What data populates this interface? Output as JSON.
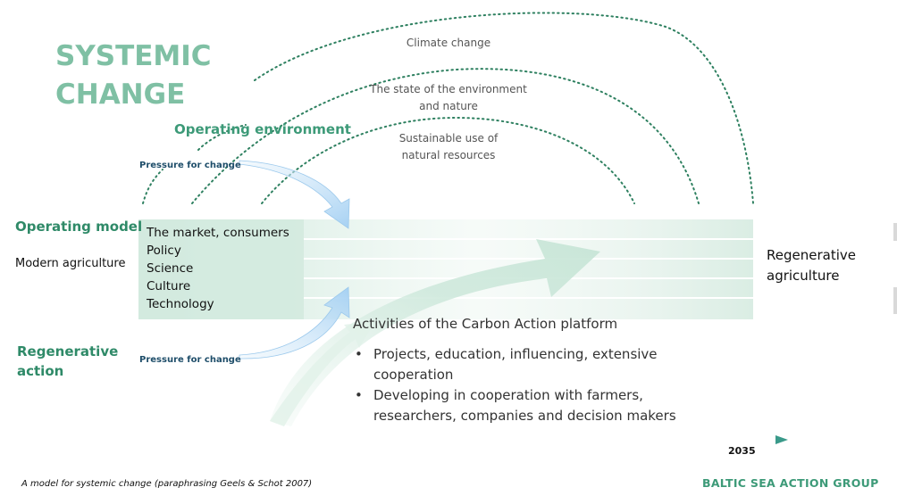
{
  "title": {
    "line1": "SYSTEMIC",
    "line2": "CHANGE"
  },
  "levels": {
    "operating_environment": "Operating environment",
    "operating_model": "Operating model",
    "regenerative_action": "Regenerative action"
  },
  "pressure_for_change": {
    "top": "Pressure for change",
    "bottom": "Pressure for change"
  },
  "arcs": [
    {
      "lines": [
        "Climate change"
      ]
    },
    {
      "lines": [
        "The state of the environment",
        "and nature"
      ]
    },
    {
      "lines": [
        "Sustainable use of",
        "natural resources"
      ]
    }
  ],
  "regime_items": [
    "The market, consumers",
    "Policy",
    "Science",
    "Culture",
    "Technology"
  ],
  "modern_agriculture": "Modern agriculture",
  "regenerative_agriculture": {
    "line1": "Regenerative",
    "line2": "agriculture"
  },
  "activities": {
    "title": "Activities of the Carbon Action platform",
    "bullets": [
      {
        "line1": "Projects, education, influencing, extensive",
        "line2": "cooperation"
      },
      {
        "line1": "Developing in cooperation with farmers,",
        "line2": "researchers, companies and decision makers"
      }
    ]
  },
  "timeline": {
    "year": "2035"
  },
  "caption": "A model for systemic change (paraphrasing  Geels & Schot 2007)",
  "brand": "BALTIC SEA ACTION GROUP",
  "colors": {
    "title": "#7fc0a4",
    "green_text": "#3d9a78",
    "dotted_arc": "#2e8060",
    "pressure_arrow": "#a9d3f2",
    "transition_arrow": "#cfe8dc",
    "regime_band": "#d5ebe1"
  }
}
